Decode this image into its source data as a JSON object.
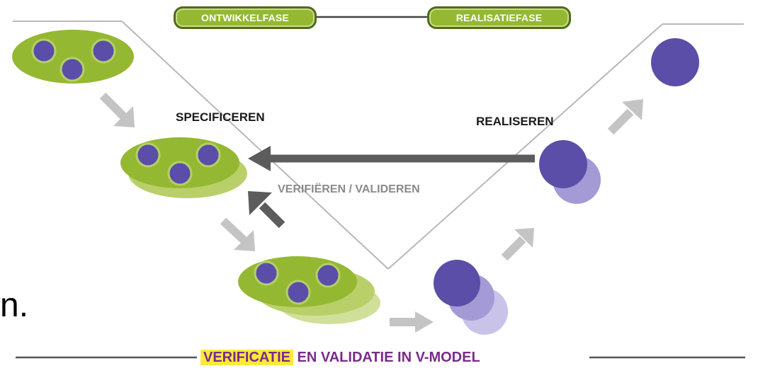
{
  "phases": {
    "left": "ONTWIKKELFASE",
    "right": "REALISATIEFASE"
  },
  "labels": {
    "specify": "SPECIFICEREN",
    "realize": "REALISEREN",
    "verify_validate": "VERIFIËREN / VALIDEREN"
  },
  "caption": {
    "highlight": "VERIFICATIE",
    "rest": " EN VALIDATIE IN V-MODEL"
  },
  "edge_text": "n.",
  "colors": {
    "green": "#95b832",
    "green_light": "#b9d06a",
    "purple": "#5a4ea8",
    "purple_light": "#a49ad6",
    "arrow_light": "#c4c4c4",
    "arrow_dark": "#5c5c5c",
    "caption_text": "#7a2a8c",
    "caption_highlight": "#ffe93a"
  },
  "icons": [
    "arrow-right-down-icon",
    "arrow-left-icon",
    "arrow-up-left-icon",
    "arrow-up-right-icon",
    "arrow-right-icon"
  ]
}
